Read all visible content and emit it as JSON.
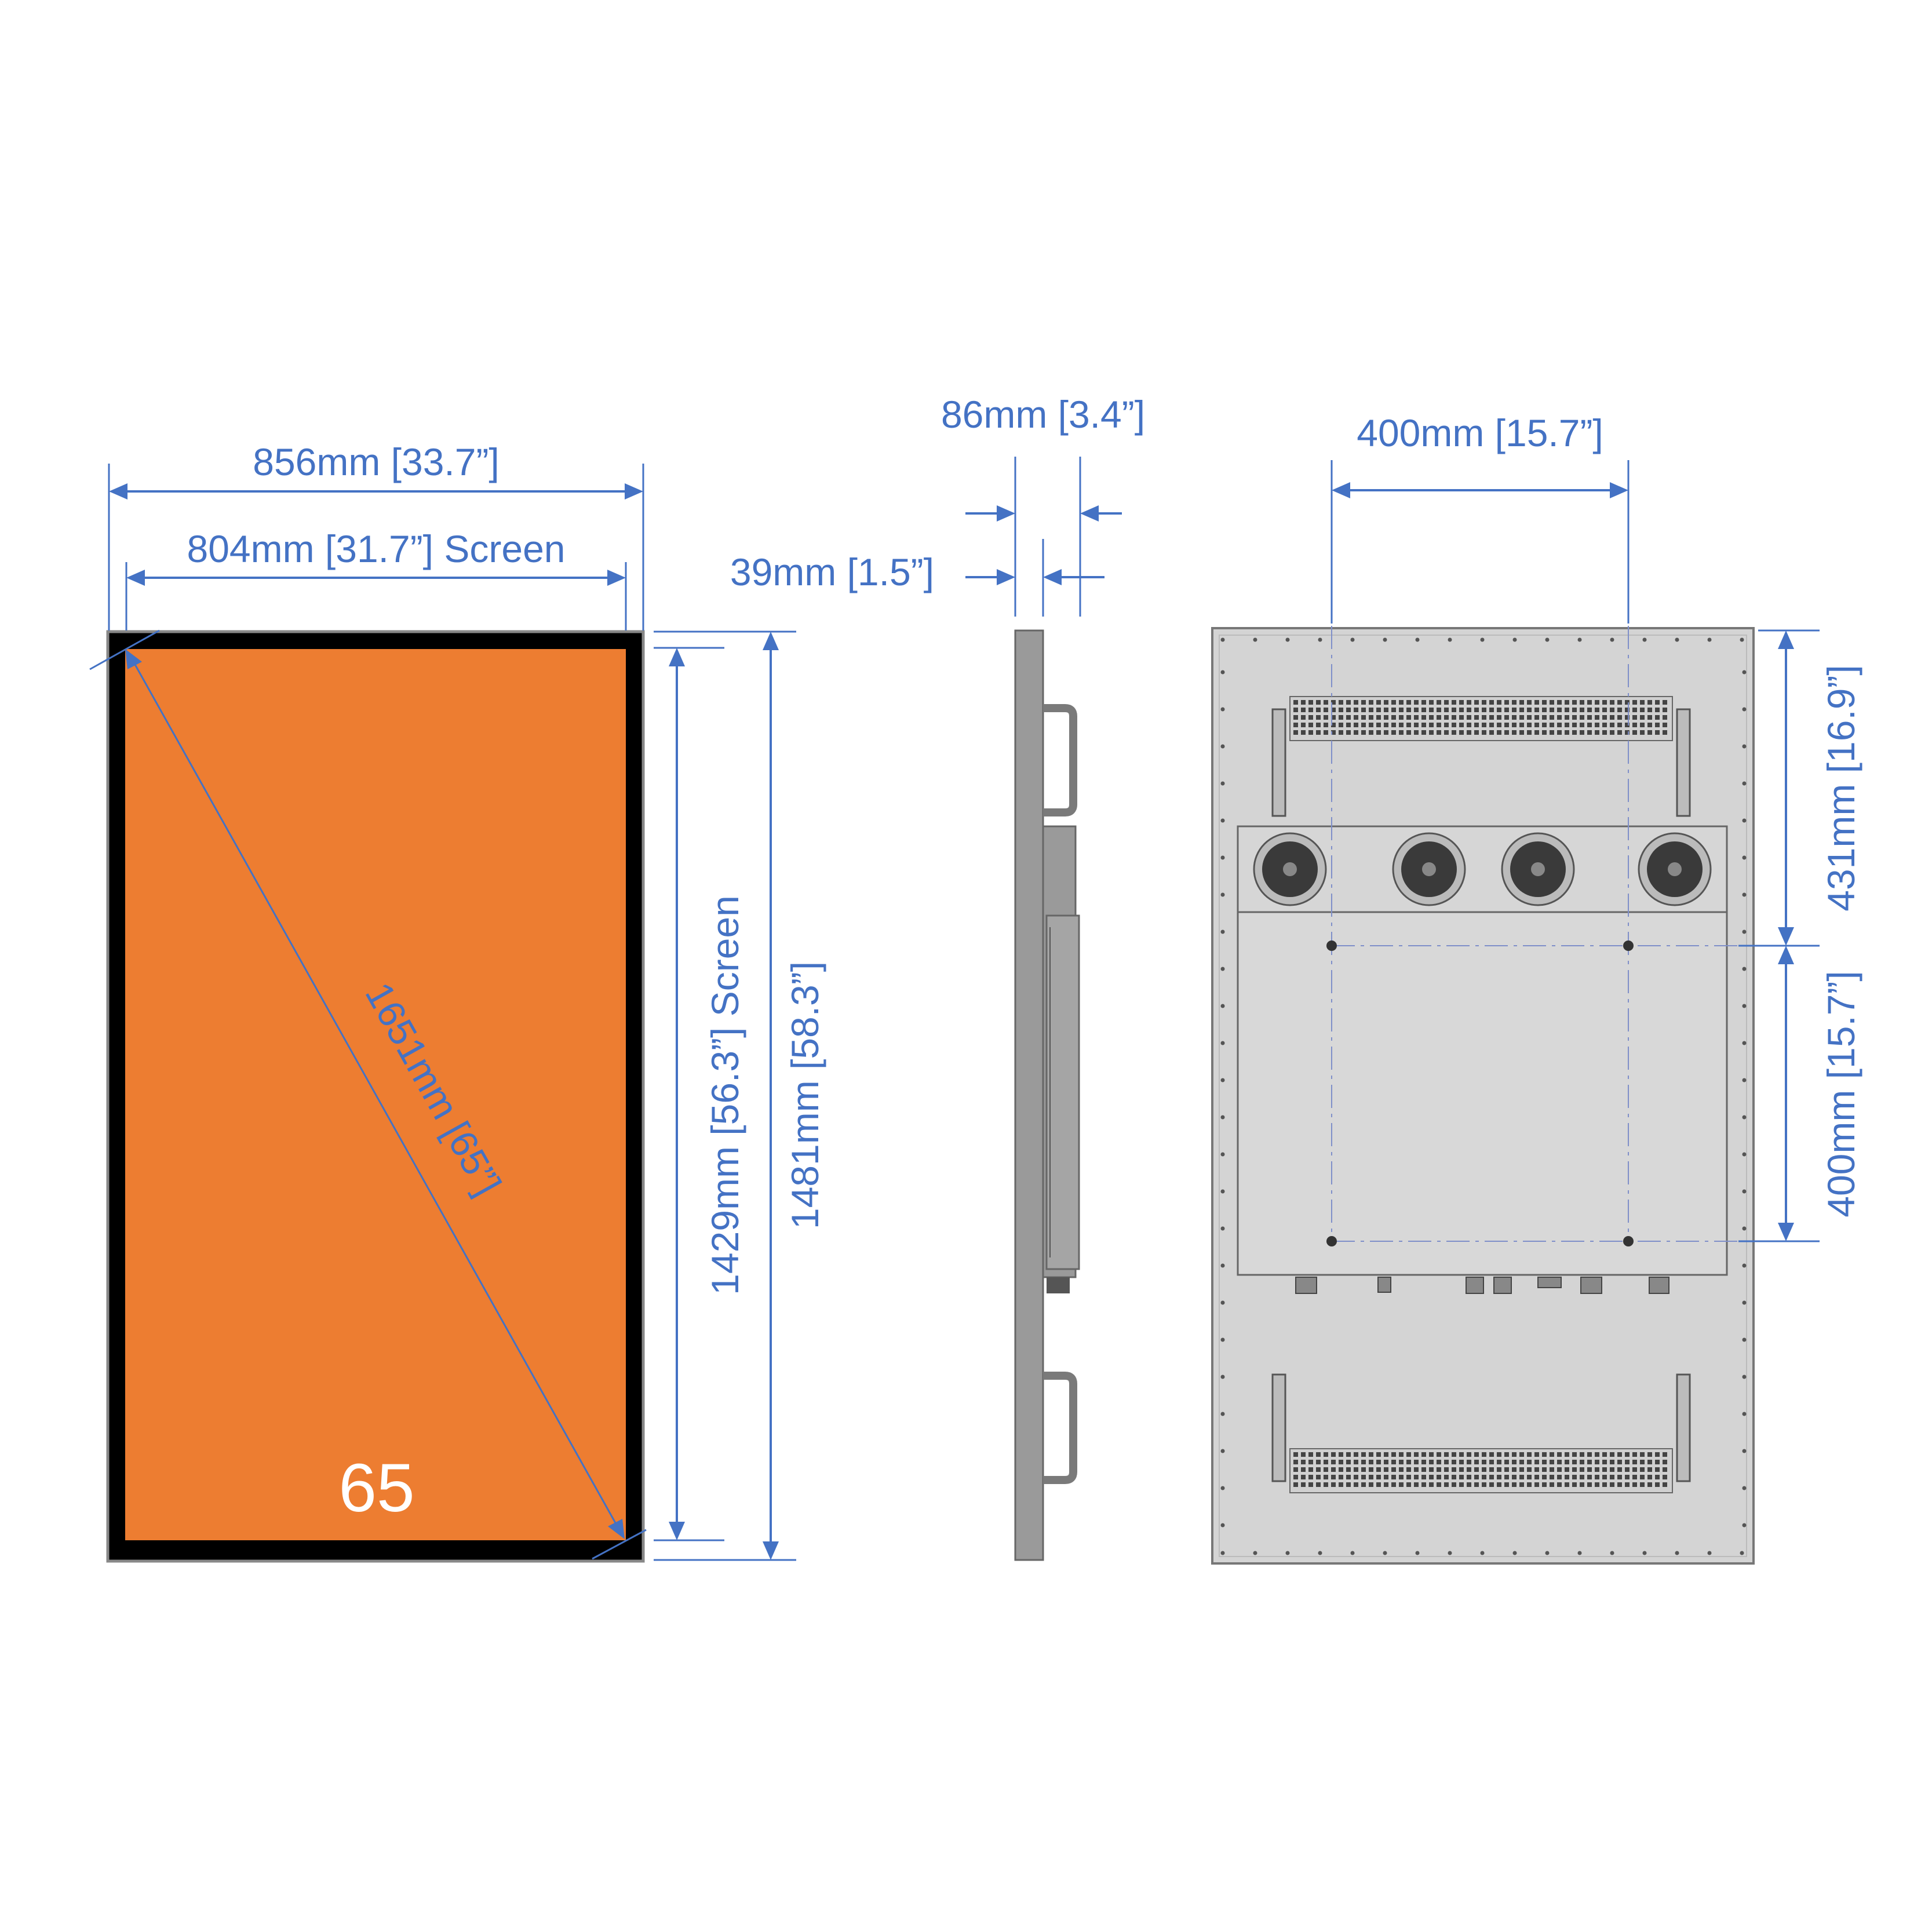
{
  "front_view": {
    "overall_width_label": "856mm [33.7”]",
    "screen_width_label": "804mm [31.7”] Screen",
    "diagonal_label": "1651mm [65”]",
    "screen_height_label": "1429mm [56.3”] Screen",
    "overall_height_label": "1481mm [58.3”]",
    "size_badge": "65"
  },
  "side_view": {
    "overall_depth_label": "86mm [3.4”]",
    "panel_depth_label": "39mm [1.5”]"
  },
  "rear_view": {
    "vesa_width_label": "400mm [15.7”]",
    "top_to_vesa_label": "431mm [16.9”]",
    "vesa_height_label": "400mm [15.7”]"
  },
  "colors": {
    "dimension": "#4472c4",
    "screen": "#ed7d31",
    "bezel": "#000000",
    "chassis": "#d4d4d4",
    "side_profile": "#9a9a9a"
  },
  "icons": [
    "fan-vent-icon",
    "grille-icon",
    "handle-icon",
    "connector-icon"
  ]
}
